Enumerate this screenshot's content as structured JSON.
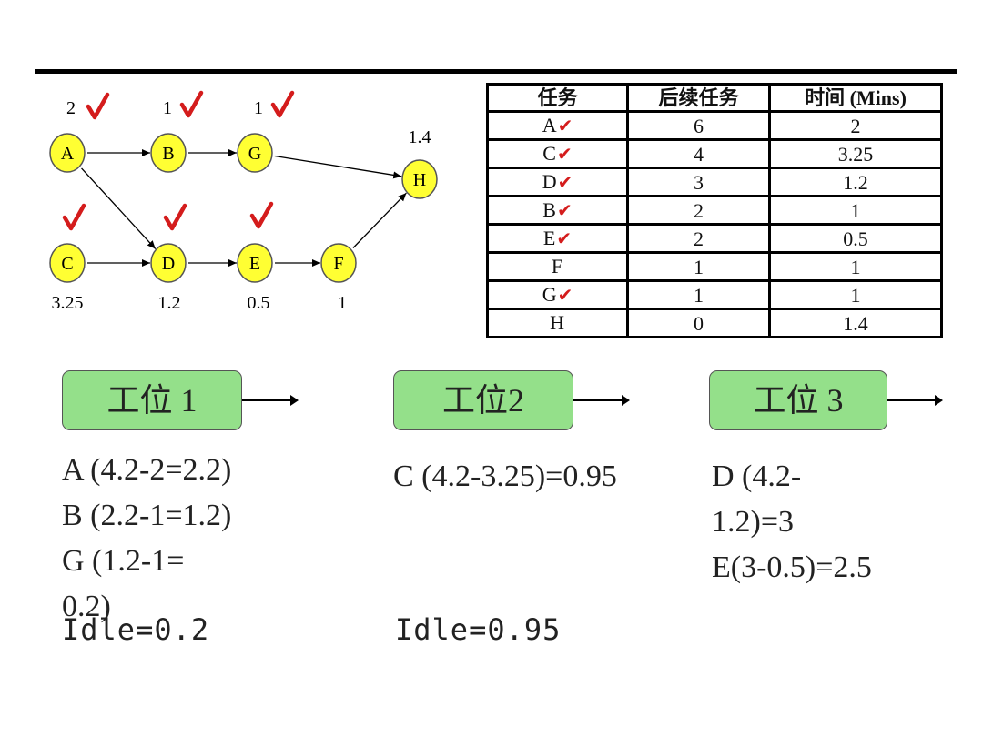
{
  "graph": {
    "nodes": [
      {
        "id": "A",
        "weight": "2",
        "checked": true
      },
      {
        "id": "B",
        "weight": "1",
        "checked": true
      },
      {
        "id": "G",
        "weight": "1",
        "checked": true
      },
      {
        "id": "H",
        "weight": "1.4",
        "checked": false
      },
      {
        "id": "C",
        "weight": "3.25",
        "checked": true
      },
      {
        "id": "D",
        "weight": "1.2",
        "checked": true
      },
      {
        "id": "E",
        "weight": "0.5",
        "checked": true
      },
      {
        "id": "F",
        "weight": "1",
        "checked": false
      }
    ],
    "edges": [
      [
        "A",
        "B"
      ],
      [
        "B",
        "G"
      ],
      [
        "G",
        "H"
      ],
      [
        "A",
        "D"
      ],
      [
        "C",
        "D"
      ],
      [
        "D",
        "E"
      ],
      [
        "E",
        "F"
      ],
      [
        "F",
        "H"
      ]
    ],
    "colors": {
      "node_fill": "#ffff33",
      "node_stroke": "#555555",
      "check": "#d41c1c"
    }
  },
  "table": {
    "headers": [
      "任务",
      "后续任务",
      "时间 (Mins)"
    ],
    "rows": [
      {
        "task": "A",
        "check": "✔",
        "successors": "6",
        "time": "2"
      },
      {
        "task": "C",
        "check": "✔",
        "successors": "4",
        "time": "3.25"
      },
      {
        "task": "D",
        "check": "✔",
        "successors": "3",
        "time": "1.2"
      },
      {
        "task": "B",
        "check": "✔",
        "successors": "2",
        "time": "1"
      },
      {
        "task": "E",
        "check": "✔",
        "successors": "2",
        "time": "0.5"
      },
      {
        "task": "F",
        "check": "",
        "successors": "1",
        "time": "1"
      },
      {
        "task": "G",
        "check": "✔",
        "successors": "1",
        "time": "1"
      },
      {
        "task": "H",
        "check": "",
        "successors": "0",
        "time": "1.4"
      }
    ]
  },
  "stations": [
    {
      "label": "工位 1",
      "calc": [
        "A (4.2-2=2.2)",
        "B (2.2-1=1.2)",
        "G (1.2-1=0.2)"
      ],
      "idle": "Idle=0.2"
    },
    {
      "label": "工位2",
      "calc": [
        "C (4.2-3.25)=0.95"
      ],
      "idle": "Idle=0.95"
    },
    {
      "label": "工位 3",
      "calc": [
        "D (4.2-1.2)=3",
        "E(3-0.5)=2.5"
      ],
      "idle": ""
    }
  ]
}
